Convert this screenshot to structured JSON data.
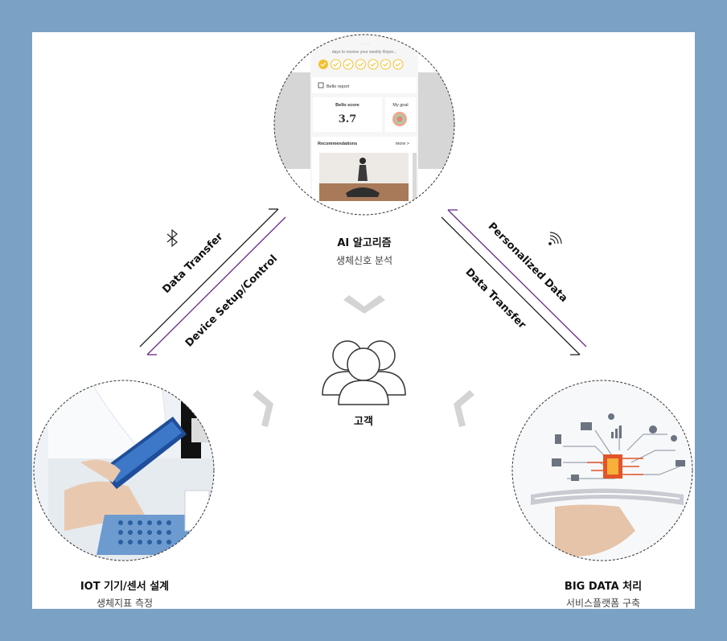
{
  "nodes": {
    "ai": {
      "title": "AI 알고리즘",
      "subtitle": "생체신호 분석"
    },
    "iot": {
      "title": "IOT 기기/센서 설계",
      "subtitle": "생체지표 측정"
    },
    "bigdata": {
      "title": "BIG DATA 처리",
      "subtitle": "서비스플랫폼 구축"
    },
    "customer": {
      "title": "고객"
    }
  },
  "edges": {
    "left_outer": "Data Transfer",
    "left_inner": "Device Setup/Control",
    "right_outer": "Personalized Data",
    "right_inner": "Data Transfer"
  },
  "phone": {
    "header_text": "days to receive your weekly Repor...",
    "report_label": "Bello report",
    "score_label": "Bello score",
    "score_value": "3.7",
    "goal_label": "My goal",
    "recommendations_label": "Recommendations",
    "more_label": "more >",
    "checked_days": 1,
    "total_days": 7
  },
  "colors": {
    "background": "#7ba2c5",
    "panel": "#ffffff",
    "accent_purple": "#6a2c8a",
    "arrow_dark": "#222222",
    "chevron_gray": "#d4d4d4",
    "check_yellow": "#f2c230"
  }
}
